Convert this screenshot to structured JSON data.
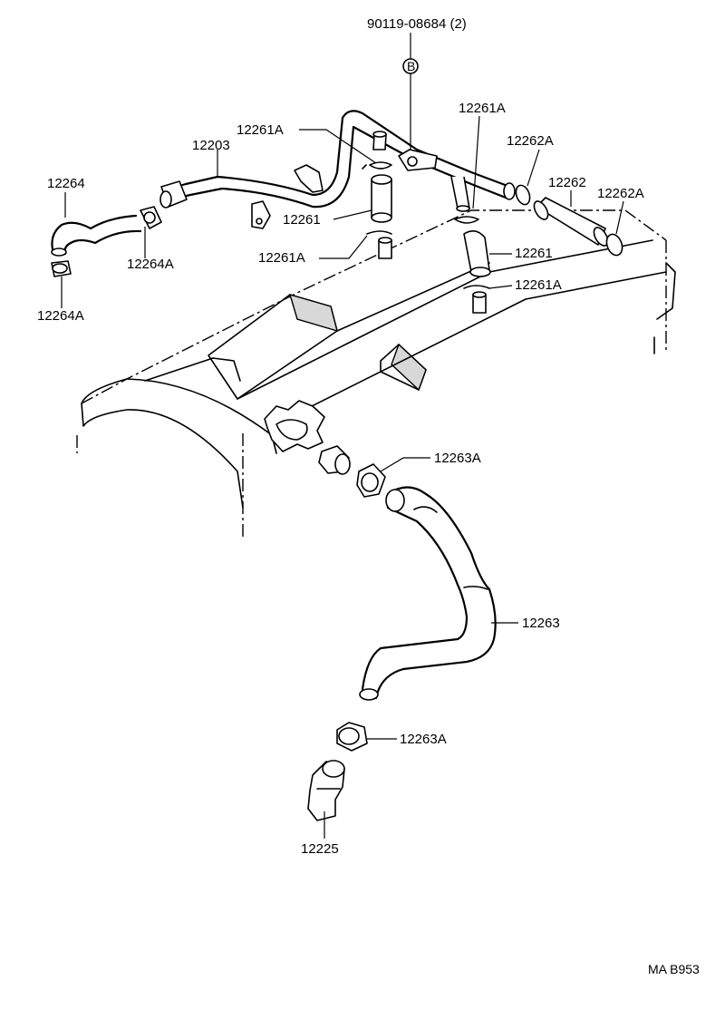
{
  "labels": {
    "bolt_top": "90119-08684 (2)",
    "bolt_badge": "B",
    "clip_a_1": "12261A",
    "clip_a_2": "12261A",
    "clip_a_3": "12261A",
    "clip_a_4": "12261A",
    "hose_12261_left": "12261",
    "hose_12261_right": "12261",
    "tube_12203": "12203",
    "hose_12264": "12264",
    "clamp_12264a_1": "12264A",
    "clamp_12264a_2": "12264A",
    "clamp_12262a_1": "12262A",
    "clamp_12262a_2": "12262A",
    "hose_12262": "12262",
    "clamp_12263a_1": "12263A",
    "clamp_12263a_2": "12263A",
    "hose_12263": "12263",
    "valve_12225": "12225"
  },
  "footer": {
    "diagram_code": "MA B953"
  }
}
